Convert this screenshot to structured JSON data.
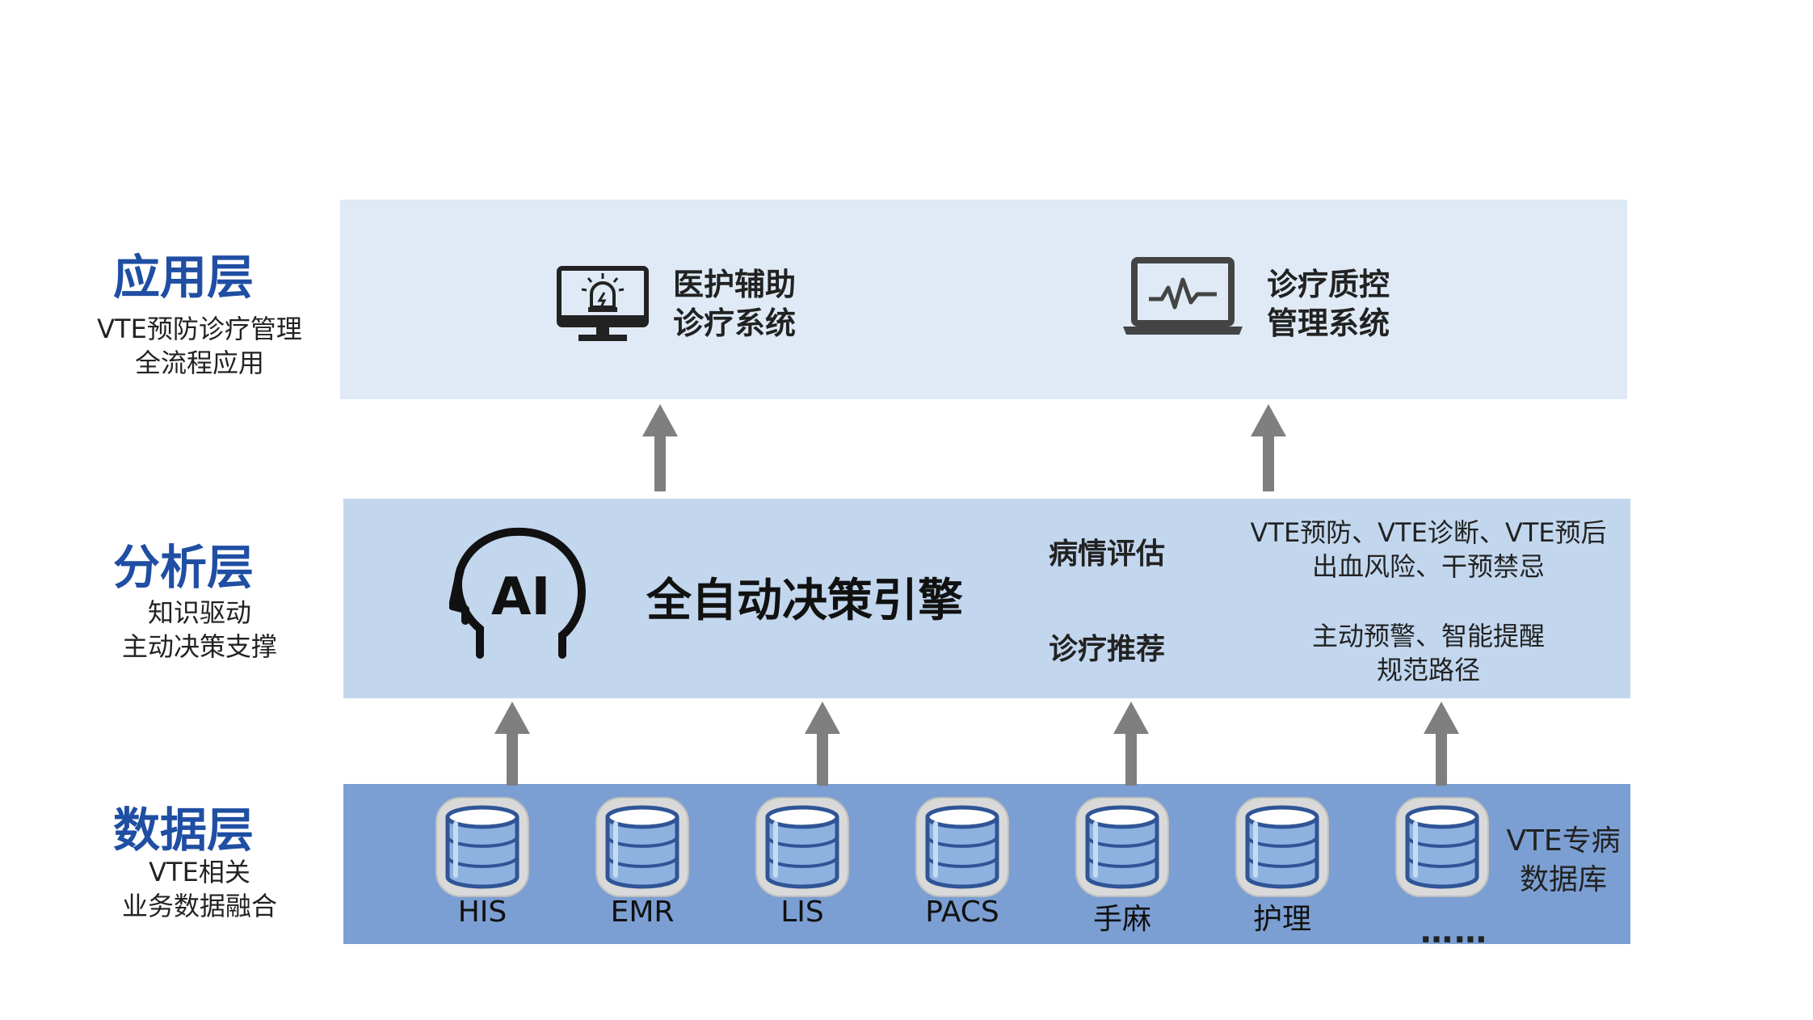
{
  "layers": {
    "app": {
      "title": "应用层",
      "sub_line1": "VTE预防诊疗管理",
      "sub_line2": "全流程应用"
    },
    "analysis": {
      "title": "分析层",
      "sub_line1": "知识驱动",
      "sub_line2": "主动决策支撑"
    },
    "data": {
      "title": "数据层",
      "sub_line1": "VTE相关",
      "sub_line2": "业务数据融合"
    }
  },
  "app_items": [
    {
      "icon": "alarm-monitor-icon",
      "line1": "医护辅助",
      "line2": "诊疗系统"
    },
    {
      "icon": "laptop-chart-icon",
      "line1": "诊疗质控",
      "line2": "管理系统"
    }
  ],
  "analysis": {
    "icon": "ai-head-icon",
    "ai_text": "AI",
    "engine": "全自动决策引擎",
    "rows": [
      {
        "tag": "病情评估",
        "desc_line1": "VTE预防、VTE诊断、VTE预后",
        "desc_line2": "出血风险、干预禁忌"
      },
      {
        "tag": "诊疗推荐",
        "desc_line1": "主动预警、智能提醒",
        "desc_line2": "规范路径"
      }
    ]
  },
  "data_sources": [
    "HIS",
    "EMR",
    "LIS",
    "PACS",
    "手麻",
    "护理",
    ""
  ],
  "data_side_line1": "VTE专病",
  "data_side_line2": "数据库",
  "more": "……",
  "colors": {
    "title": "#1f4ea3",
    "band_app": "#dfeaf6",
    "band_analysis": "#c2d7ee",
    "band_data": "#7b9fd3",
    "arrow": "#7f7f7f"
  }
}
